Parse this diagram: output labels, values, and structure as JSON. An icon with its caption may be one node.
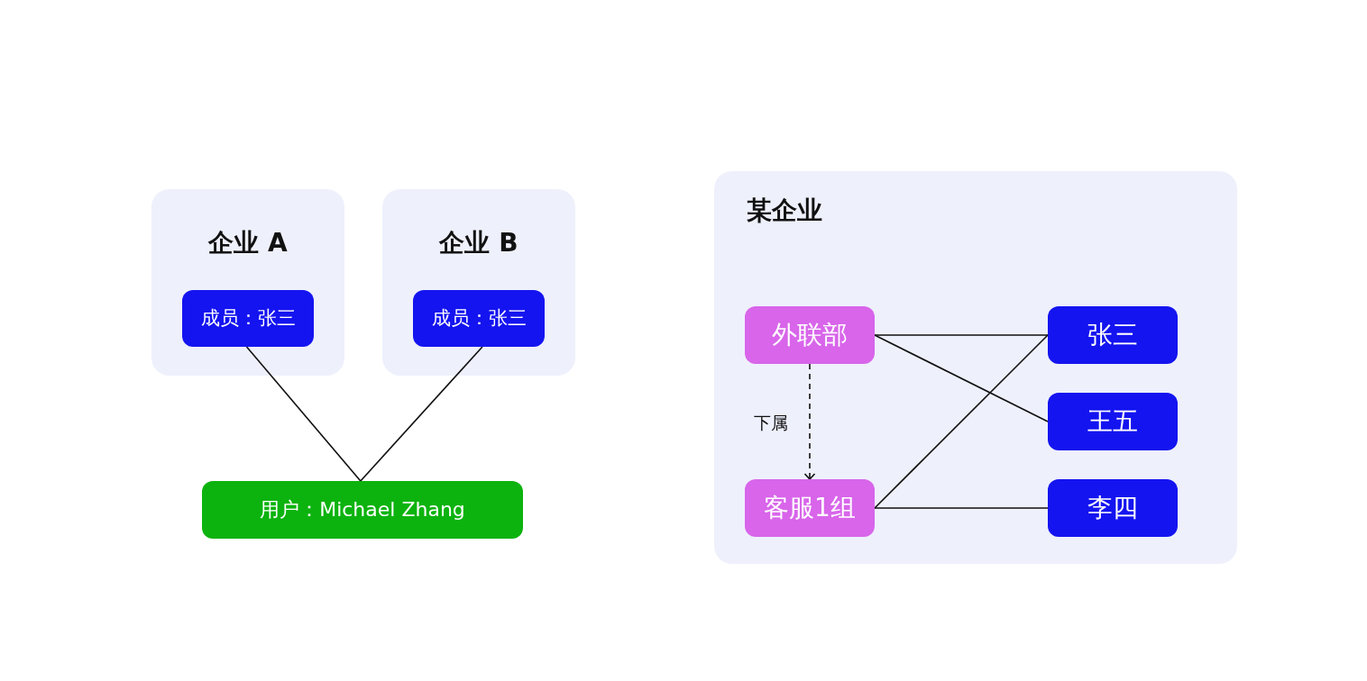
{
  "diagram": {
    "nodes": [
      {
        "text": [
          "企业 A"
        ]
      },
      {
        "text": [
          "成员：张三"
        ],
        "in": 0
      },
      {
        "text": [
          "企业 B"
        ]
      },
      {
        "text": [
          "成员：张三"
        ],
        "in": 2
      },
      {
        "text": [
          "用户：Michael Zhang"
        ]
      },
      {
        "text": [
          "某企业"
        ]
      },
      {
        "text": [
          "外联部"
        ],
        "in": 5
      },
      {
        "text": [
          "客服1组"
        ],
        "in": 5
      },
      {
        "text": [
          "张三"
        ],
        "in": 5
      },
      {
        "text": [
          "王五"
        ],
        "in": 5
      },
      {
        "text": [
          "李四"
        ],
        "in": 5
      }
    ],
    "edges": [
      {
        "from": 1,
        "to": 4,
        "arrow": "none"
      },
      {
        "from": 3,
        "to": 4,
        "arrow": "none"
      },
      {
        "from": 6,
        "to": 7,
        "arrow": "to",
        "label": "下属",
        "style": "dashed"
      },
      {
        "from": 6,
        "to": 8,
        "arrow": "none"
      },
      {
        "from": 6,
        "to": 9,
        "arrow": "none"
      },
      {
        "from": 7,
        "to": 8,
        "arrow": "none"
      },
      {
        "from": 7,
        "to": 10,
        "arrow": "none"
      }
    ]
  }
}
